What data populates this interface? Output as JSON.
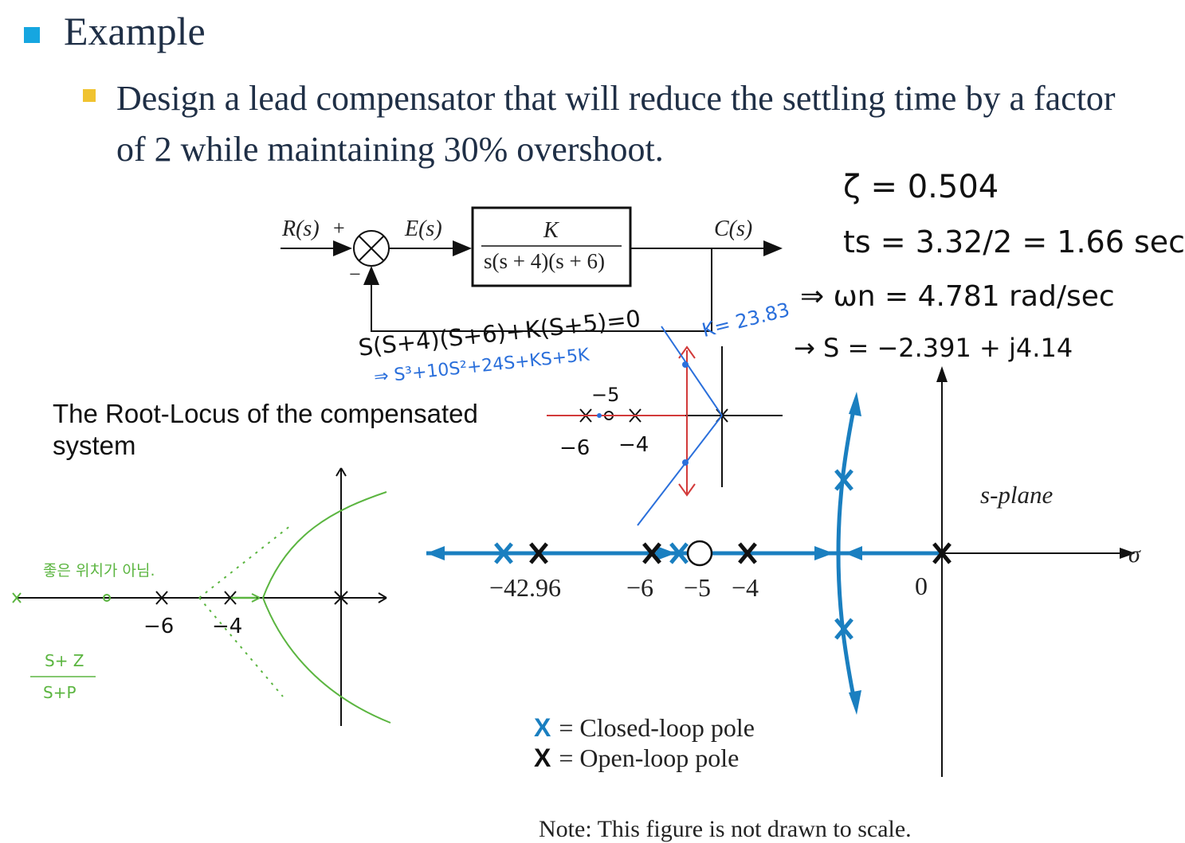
{
  "heading": "Example",
  "problem": "Design a lead compensator that will reduce the settling time by a factor of 2 while maintaining 30% overshoot.",
  "block_diagram": {
    "input": "R(s)",
    "plus": "+",
    "minus": "−",
    "error": "E(s)",
    "numerator": "K",
    "denominator": "s(s + 4)(s + 6)",
    "output": "C(s)"
  },
  "notes_handwritten": {
    "zeta": "ζ = 0.504",
    "ts": "ts = 3.32/2 = 1.66 sec",
    "wn": "⇒ ωn = 4.781 rad/sec",
    "s": "→ S = −2.391 + j4.14",
    "char_eq": "S(S+4)(S+6)+K(S+5)=0",
    "char_eq2": "⇒ S³+10S²+24S+KS+5K",
    "k": "K= 23.83",
    "sketch_m5": "−5",
    "sketch_m6": "−6",
    "sketch_m4": "−4",
    "green_m6": "−6",
    "green_m4": "−4",
    "korean": "좋은 위치가 아님.",
    "frac_num": "S+ Z",
    "frac_den": "S+P"
  },
  "root_locus_title": "The Root-Locus of the compensated system",
  "splane": {
    "plane_label": "s-plane",
    "sigma": "σ",
    "ticks": [
      "−42.96",
      "−6",
      "−5",
      "−4",
      "0"
    ],
    "legend_closed": "= Closed-loop pole",
    "legend_open": "= Open-loop pole",
    "legend_symbol": "X",
    "accent": "#1a7fc0"
  },
  "note": "Note: This figure is not drawn to scale."
}
